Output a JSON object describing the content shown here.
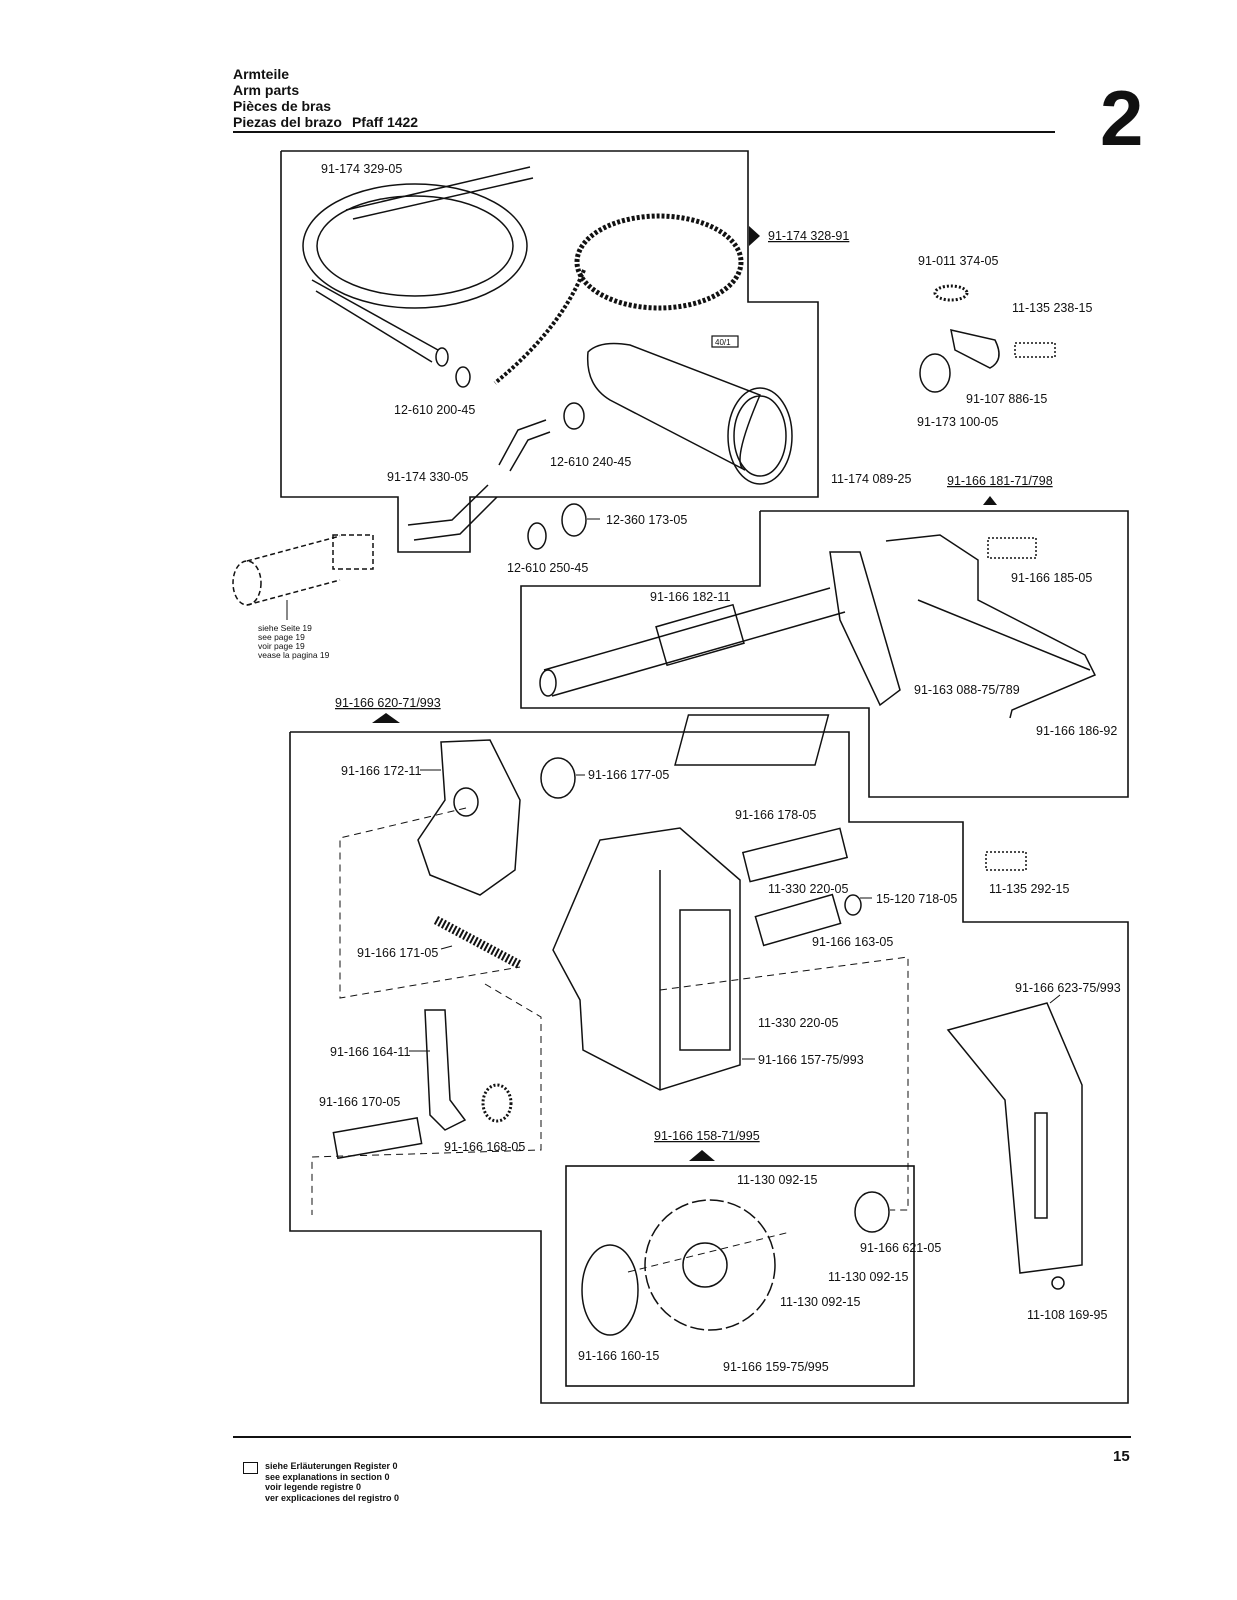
{
  "header": {
    "lines": [
      "Armteile",
      "Arm parts",
      "Pièces de bras",
      "Piezas del brazo"
    ],
    "model": "Pfaff 1422",
    "section_number": "2"
  },
  "parts": {
    "p_329": "91-174 329-05",
    "p_328": "91-174 328-91",
    "p_374": "91-011 374-05",
    "p_238": "11-135 238-15",
    "p_886": "91-107 886-15",
    "p_100": "91-173 100-05",
    "p_200": "12-610 200-45",
    "p_240": "12-610 240-45",
    "p_330": "91-174 330-05",
    "p_089": "11-174 089-25",
    "p_181": "91-166 181-71/798",
    "p_173": "12-360 173-05",
    "p_250": "12-610 250-45",
    "p_182": "91-166 182-11",
    "p_185": "91-166 185-05",
    "p_088": "91-163 088-75/789",
    "p_186": "91-166 186-92",
    "p_620": "91-166 620-71/993",
    "p_172": "91-166 172-11",
    "p_177": "91-166 177-05",
    "p_178": "91-166 178-05",
    "p_220a": "11-330 220-05",
    "p_718": "15-120 718-05",
    "p_292": "11-135 292-15",
    "p_163": "91-166 163-05",
    "p_171": "91-166 171-05",
    "p_220b": "11-330 220-05",
    "p_623": "91-166 623-75/993",
    "p_164": "91-166 164-11",
    "p_157": "91-166 157-75/993",
    "p_170": "91-166 170-05",
    "p_168": "91-166 168-05",
    "p_158": "91-166 158-71/995",
    "p_092a": "11-130 092-15",
    "p_092b": "11-130 092-15",
    "p_092c": "11-130 092-15",
    "p_621": "91-166 621-05",
    "p_169": "11-108 169-95",
    "p_160": "91-166 160-15",
    "p_159": "91-166 159-75/995",
    "box_40": "40/1"
  },
  "see_page": [
    "siehe Seite 19",
    "see page 19",
    "voir page 19",
    "vease la pagina 19"
  ],
  "footer": {
    "legend": [
      "siehe Erläuterungen Register 0",
      "see explanations in section 0",
      "voir legende registre 0",
      "ver explicaciones del registro 0"
    ],
    "page_number": "15"
  }
}
